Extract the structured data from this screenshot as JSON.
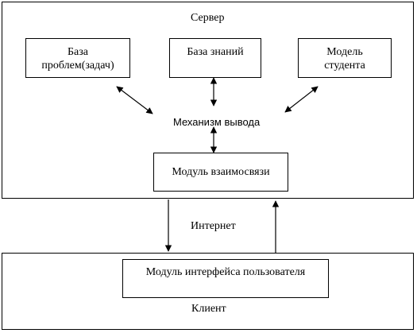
{
  "server": {
    "title": "Сервер",
    "problem_base": "База проблем(задач)",
    "knowledge_base": "База знаний",
    "student_model": "Модель студента",
    "inference_engine": "Механизм вывода",
    "interaction_module": "Модуль взаимосвязи"
  },
  "network": {
    "label": "Интернет"
  },
  "client": {
    "title": "Клиент",
    "ui_module": "Модуль интерфейса пользователя"
  }
}
